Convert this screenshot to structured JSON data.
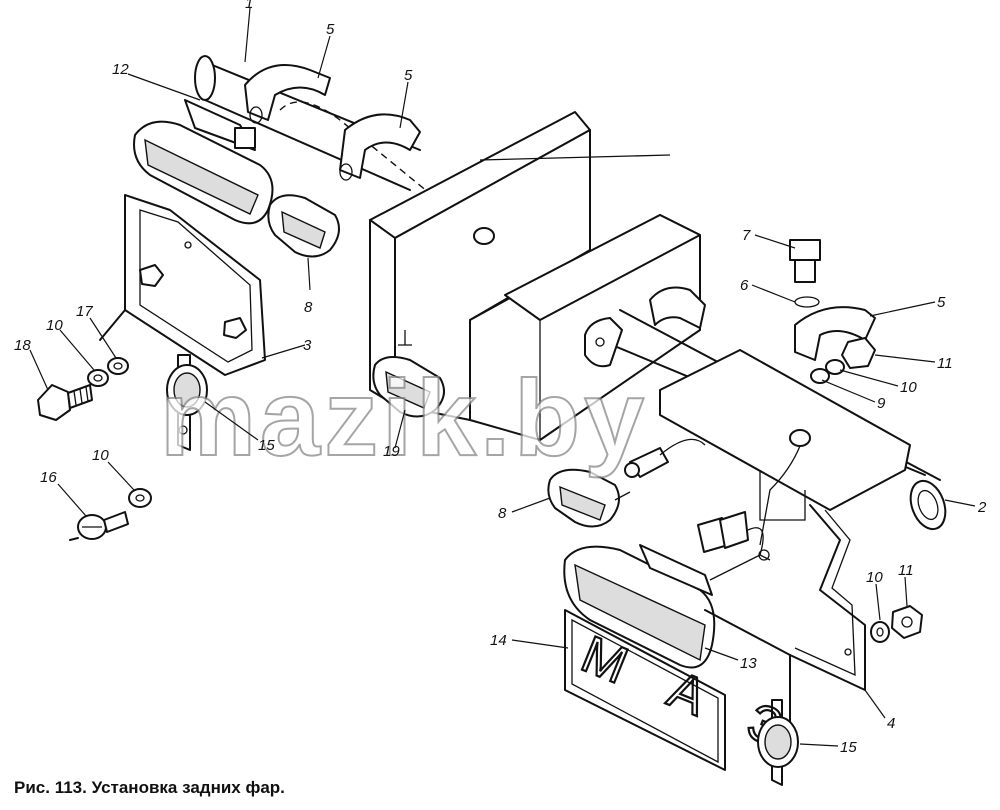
{
  "caption": "Рис. 113. Установка задних фар.",
  "watermark": "mazik.by",
  "plate_text": "М А З",
  "callouts": [
    "1",
    "5",
    "5",
    "12",
    "7",
    "6",
    "5",
    "11",
    "10",
    "9",
    "8",
    "3",
    "17",
    "10",
    "18",
    "15",
    "19",
    "8",
    "2",
    "10",
    "16",
    "14",
    "13",
    "11",
    "10",
    "4",
    "15"
  ]
}
